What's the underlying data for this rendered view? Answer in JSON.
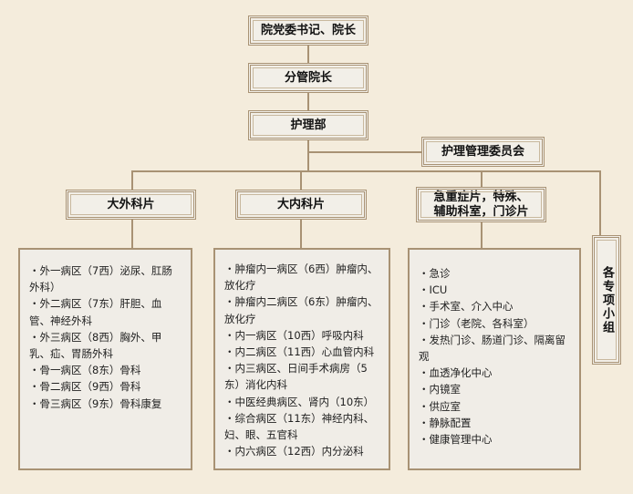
{
  "top": "院党委书记、院长",
  "deputy": "分管院长",
  "nursing": "护理部",
  "committee": "护理管理委员会",
  "groups": [
    {
      "title": "大外科片",
      "items": [
        "・外一病区（7西）泌尿、肛肠外科）",
        "・外二病区（7东）肝胆、血管、神经外科",
        "・外三病区（8西）胸外、甲乳、疝、胃肠外科",
        "・骨一病区（8东）骨科",
        "・骨二病区（9西）骨科",
        "・骨三病区（9东）骨科康复"
      ]
    },
    {
      "title": "大内科片",
      "items": [
        "・肿瘤内一病区（6西）肿瘤内、放化疗",
        "・肿瘤内二病区（6东）肿瘤内、放化疗",
        "・内一病区（10西）呼吸内科",
        "・内二病区（11西）心血管内科",
        "・内三病区、日间手术病房（5东）消化内科",
        "・中医经典病区、肾内（10东）",
        "・综合病区（11东）神经内科、妇、眼、五官科",
        "・内六病区（12西）内分泌科"
      ]
    },
    {
      "title": "急重症片，特殊、辅助科室，门诊片",
      "items": [
        "・急诊",
        "・ICU",
        "・手术室、介入中心",
        "・门诊（老院、各科室）",
        "・发热门诊、肠道门诊、隔离留观",
        "・血透净化中心",
        "・内镜室",
        "・供应室",
        "・静脉配置",
        "・健康管理中心"
      ]
    }
  ],
  "special": "各专项小组"
}
